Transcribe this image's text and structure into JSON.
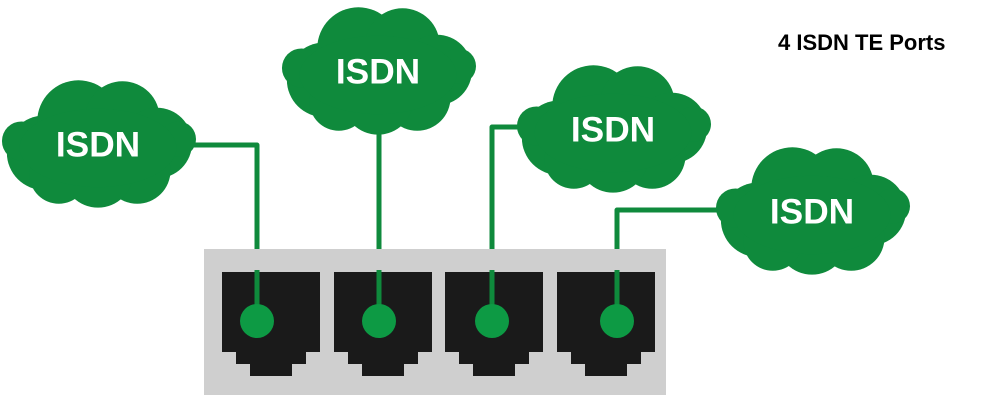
{
  "title": "4 ISDN TE Ports",
  "cloud_label": "ISDN",
  "port_count": 4,
  "colors": {
    "cloud": "#0f8a3c",
    "wire": "#0f8a3c",
    "dot": "#0d9a44",
    "panel": "#cfcfcf",
    "port": "#1a1a1a",
    "label": "#ffffff"
  },
  "icons": [
    "cloud-icon",
    "rj45-port-icon",
    "connector-dot-icon"
  ]
}
